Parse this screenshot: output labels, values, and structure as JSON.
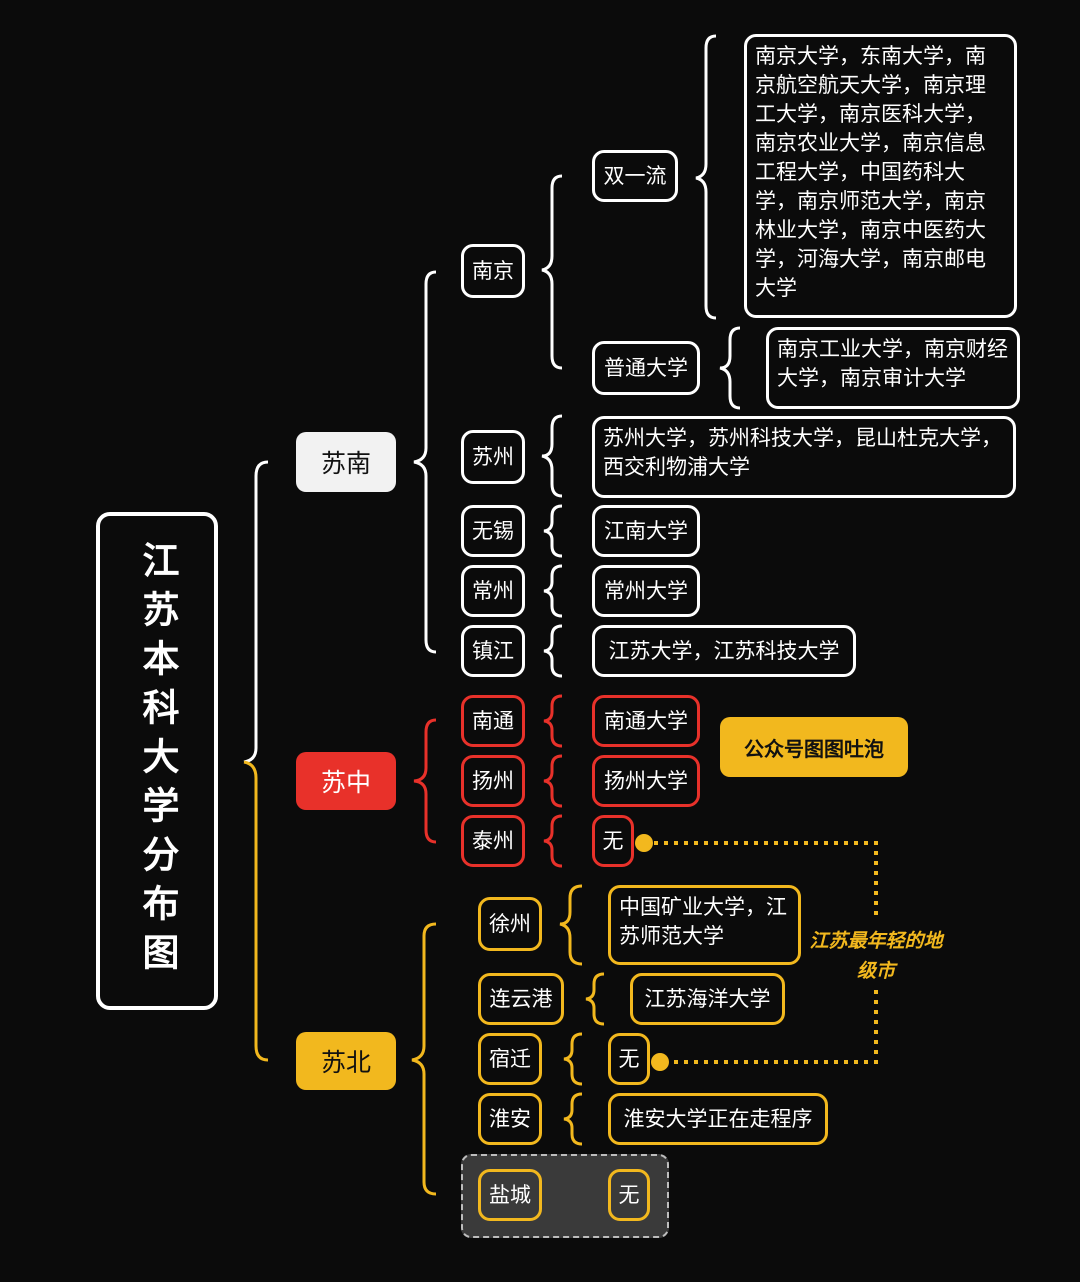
{
  "title": "江苏本科大学分布图",
  "regions": {
    "sunan": "苏南",
    "suzhong": "苏中",
    "subei": "苏北"
  },
  "sunan": {
    "nanjing": {
      "name": "南京",
      "double_first_class_label": "双一流",
      "double_first_class_list": "南京大学，东南大学，南京航空航天大学，南京理工大学，南京医科大学，南京农业大学，南京信息工程大学，中国药科大学，南京师范大学，南京林业大学，南京中医药大学，河海大学，南京邮电大学",
      "ordinary_label": "普通大学",
      "ordinary_list": "南京工业大学，南京财经大学，南京审计大学"
    },
    "suzhou": {
      "name": "苏州",
      "list": "苏州大学，苏州科技大学，昆山杜克大学，西交利物浦大学"
    },
    "wuxi": {
      "name": "无锡",
      "list": "江南大学"
    },
    "changzhou": {
      "name": "常州",
      "list": "常州大学"
    },
    "zhenjiang": {
      "name": "镇江",
      "list": "江苏大学，江苏科技大学"
    }
  },
  "suzhong": {
    "nantong": {
      "name": "南通",
      "list": "南通大学"
    },
    "yangzhou": {
      "name": "扬州",
      "list": "扬州大学"
    },
    "taizhou": {
      "name": "泰州",
      "list": "无"
    }
  },
  "subei": {
    "xuzhou": {
      "name": "徐州",
      "list": "中国矿业大学，江苏师范大学"
    },
    "lianyungang": {
      "name": "连云港",
      "list": "江苏海洋大学"
    },
    "suqian": {
      "name": "宿迁",
      "list": "无"
    },
    "huaian": {
      "name": "淮安",
      "list": "淮安大学正在走程序"
    },
    "yancheng": {
      "name": "盐城",
      "list": "无"
    }
  },
  "watermark": "公众号图图吐泡",
  "annotation": "江苏最年轻的地级市",
  "colors": {
    "background": "#0b0b0b",
    "sunan": "#ffffff",
    "suzhong": "#e8312a",
    "subei": "#f2b81e"
  }
}
